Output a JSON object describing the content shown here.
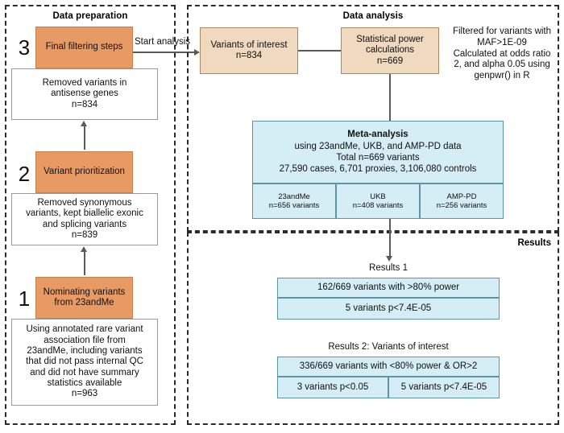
{
  "panels": {
    "data_preparation": {
      "title": "Data preparation"
    },
    "data_analysis": {
      "title": "Data analysis"
    },
    "results": {
      "title": "Results"
    }
  },
  "data_preparation": {
    "steps": [
      {
        "number": "3",
        "box_label": "Final filtering steps",
        "detail_lines": [
          "Removed variants in",
          "antisense genes",
          "n=834"
        ]
      },
      {
        "number": "2",
        "box_label": "Variant prioritization",
        "detail_lines": [
          "Removed synonymous",
          "variants, kept biallelic exonic",
          "and splicing variants",
          "n=839"
        ]
      },
      {
        "number": "1",
        "box_label_lines": [
          "Nominating variants",
          "from 23andMe"
        ],
        "detail_lines": [
          "Using annotated rare variant",
          "association file from",
          "23andMe, including variants",
          "that did not pass internal QC",
          "and did not have summary",
          "statistics available",
          "n=963"
        ]
      }
    ]
  },
  "edges": {
    "start_analysis": "Start analysis"
  },
  "data_analysis": {
    "variants_of_interest": {
      "title": "Variants of interest",
      "count": "n=834"
    },
    "statistical_power": {
      "title_line1": "Statistical power",
      "title_line2": "calculations",
      "count": "n=669"
    },
    "filter_note_lines": [
      "Filtered for variants with",
      "MAF>1E-09",
      "Calculated at odds ratio",
      "2, and alpha 0.05 using",
      "genpwr() in R"
    ],
    "meta_analysis": {
      "heading": "Meta-analysis",
      "line1": "using 23andMe, UKB, and AMP-PD data",
      "line2": "Total n=669 variants",
      "line3": "27,590 cases, 6,701 proxies, 3,106,080 controls",
      "cohorts": [
        {
          "name": "23andMe",
          "count": "n=656 variants"
        },
        {
          "name": "UKB",
          "count": "n=408 variants"
        },
        {
          "name": "AMP-PD",
          "count": "n=256 variants"
        }
      ]
    }
  },
  "results": {
    "results1": {
      "caption": "Results 1",
      "top_row": "162/669 variants with >80% power",
      "bottom_row": "5 variants p<7.4E-05"
    },
    "results2": {
      "caption": "Results 2: Variants of interest",
      "top_row": "336/669 variants with <80% power & OR>2",
      "bottom_left": "3 variants p<0.05",
      "bottom_right": "5 variants p<7.4E-05"
    }
  },
  "colors": {
    "orange": "#E79A63",
    "tan": "#EFDAC0",
    "light_blue": "#D5EDF4",
    "blue_border": "#5C95A8",
    "tan_border": "#B0875C",
    "connector": "#5A5A5A",
    "panel_border": "#2B2B2B"
  }
}
